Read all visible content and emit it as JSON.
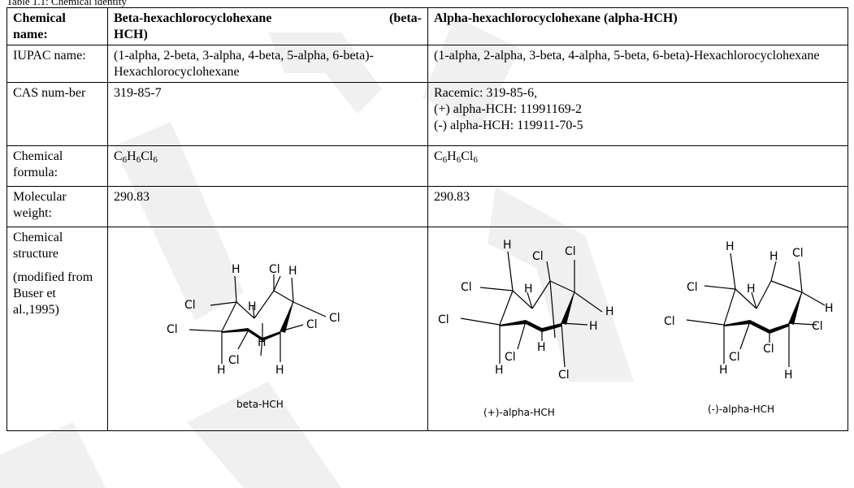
{
  "caption": "Table 1.1: Chemical identity",
  "header": {
    "label": "Chemical name:",
    "col_beta_line1": "Beta-hexachlorocyclohexane",
    "col_beta_line1b": "(beta-",
    "col_beta_line2": "HCH)",
    "col_alpha": "Alpha-hexachlorocyclohexane (alpha-HCH)"
  },
  "rows": {
    "iupac": {
      "label": "IUPAC name:",
      "beta": "(1-alpha, 2-beta, 3-alpha, 4-beta, 5-alpha, 6-beta)-Hexachlorocyclohexane",
      "alpha": "(1-alpha, 2-alpha, 3-beta, 4-alpha, 5-beta, 6-beta)-Hexachlorocyclohexane"
    },
    "cas": {
      "label": "CAS num-ber",
      "beta": "319-85-7",
      "alpha_lines": [
        "Racemic: 319-85-6,",
        "(+) alpha-HCH: 11991169-2",
        "(-) alpha-HCH: 119911-70-5"
      ]
    },
    "formula": {
      "label": "Chemical formula:",
      "beta": {
        "c": "C",
        "c_n": "6",
        "h": "H",
        "h_n": "6",
        "cl": "Cl",
        "cl_n": "6"
      },
      "alpha": {
        "c": "C",
        "c_n": "6",
        "h": "H",
        "h_n": "6",
        "cl": "Cl",
        "cl_n": "6"
      }
    },
    "weight": {
      "label": "Molecular weight:",
      "beta": "290.83",
      "alpha": "290.83"
    },
    "structure": {
      "label_line1": "Chemical structure",
      "label_line2": "(modified from Buser et al.,1995)",
      "beta_caption": "beta-HCH",
      "alpha_plus_caption": "(+)-alpha-HCH",
      "alpha_minus_caption": "(-)-alpha-HCH",
      "atom_h": "H",
      "atom_cl": "Cl"
    }
  },
  "colors": {
    "watermark": "#f0f0f0",
    "border": "#000000"
  }
}
